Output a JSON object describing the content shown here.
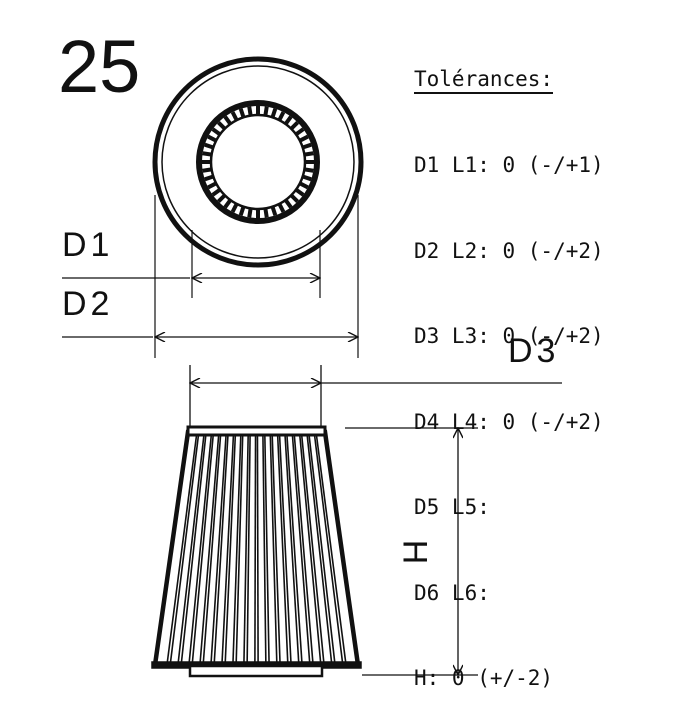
{
  "model_number": "25",
  "tolerances": {
    "title": "Tolérances:",
    "lines": [
      "D1 L1: 0 (-/+1)",
      "D2 L2: 0 (-/+2)",
      "D3 L3: 0 (-/+2)",
      "D4 L4: 0 (-/+2)",
      "D5 L5:",
      "D6 L6:",
      "H: 0 (+/-2)"
    ]
  },
  "dimensions": {
    "d1": "D1",
    "d2": "D2",
    "d3": "D3",
    "h": "H"
  }
}
